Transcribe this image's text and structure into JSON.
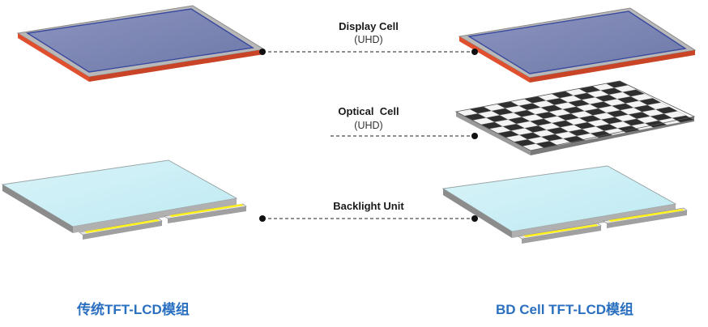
{
  "layers": {
    "display": {
      "title": "Display Cell",
      "sub": "(UHD)"
    },
    "optical": {
      "title": "Optical  Cell",
      "sub": "(UHD)"
    },
    "backlight": {
      "title": "Backlight Unit"
    }
  },
  "captions": {
    "left": "传统TFT-LCD模组",
    "right": "BD Cell TFT-LCD模组"
  },
  "colors": {
    "panel_red": "#e0502e",
    "panel_glass": "#7f88b3",
    "backlight_top": "#cdf0f6",
    "led_yellow": "#fff21a",
    "caption_blue": "#2a6fc0"
  }
}
